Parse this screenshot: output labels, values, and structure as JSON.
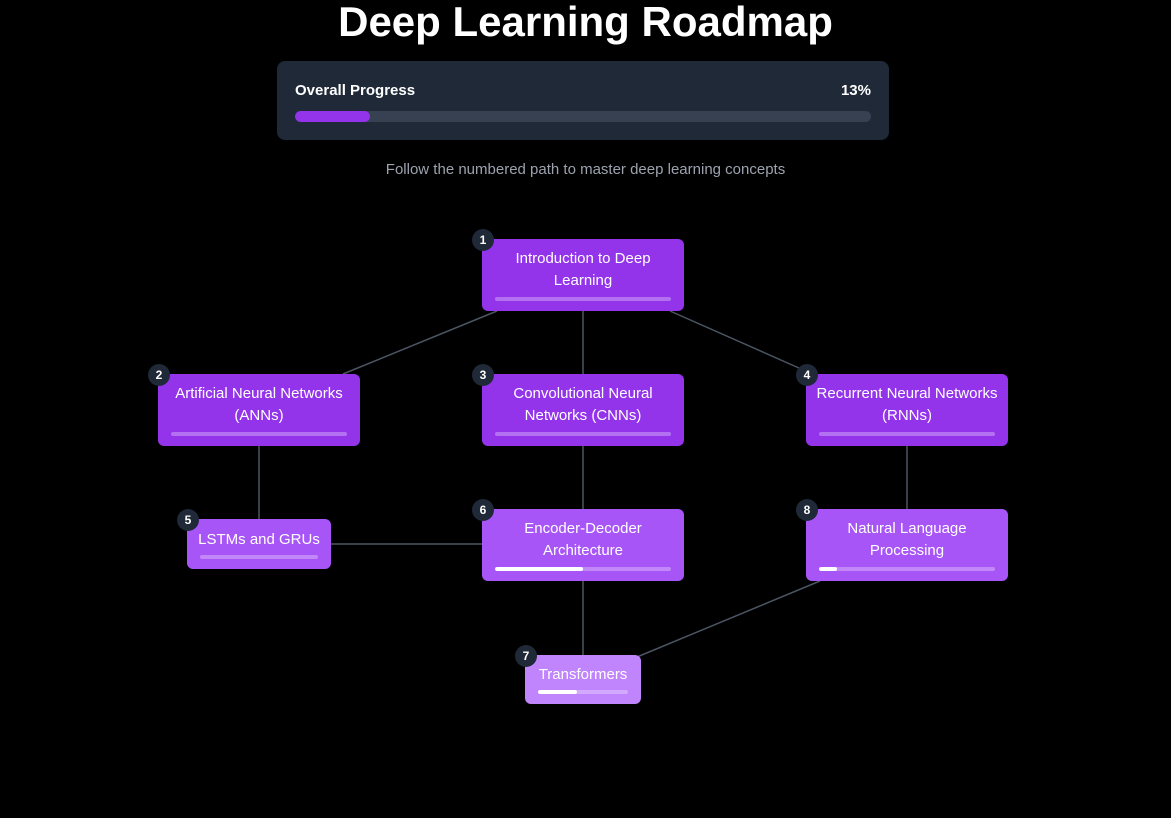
{
  "header": {
    "title": "Deep Learning Roadmap"
  },
  "overall_progress": {
    "label": "Overall Progress",
    "value_text": "13%",
    "percent": 13,
    "accent": "#9333ea"
  },
  "subtitle": "Follow the numbered path to master deep learning concepts",
  "nodes": [
    {
      "number": "1",
      "label": "Introduction to Deep Learning",
      "progress": 0,
      "color": "#9333ea"
    },
    {
      "number": "2",
      "label": "Artificial Neural Networks (ANNs)",
      "progress": 0,
      "color": "#9333ea"
    },
    {
      "number": "3",
      "label": "Convolutional Neural Networks (CNNs)",
      "progress": 0,
      "color": "#9333ea"
    },
    {
      "number": "4",
      "label": "Recurrent Neural Networks (RNNs)",
      "progress": 0,
      "color": "#9333ea"
    },
    {
      "number": "5",
      "label": "LSTMs and GRUs",
      "progress": 0,
      "color": "#a855f7"
    },
    {
      "number": "6",
      "label": "Encoder-Decoder Architecture",
      "progress": 50,
      "color": "#a855f7"
    },
    {
      "number": "7",
      "label": "Transformers",
      "progress": 43,
      "color": "#c084fc"
    },
    {
      "number": "8",
      "label": "Natural Language Processing",
      "progress": 10,
      "color": "#a855f7"
    }
  ],
  "edges": [
    [
      "1",
      "2"
    ],
    [
      "1",
      "3"
    ],
    [
      "1",
      "4"
    ],
    [
      "2",
      "5"
    ],
    [
      "3",
      "6"
    ],
    [
      "4",
      "8"
    ],
    [
      "5",
      "6"
    ],
    [
      "6",
      "7"
    ],
    [
      "8",
      "7"
    ]
  ],
  "edge_color": "#4b5563"
}
